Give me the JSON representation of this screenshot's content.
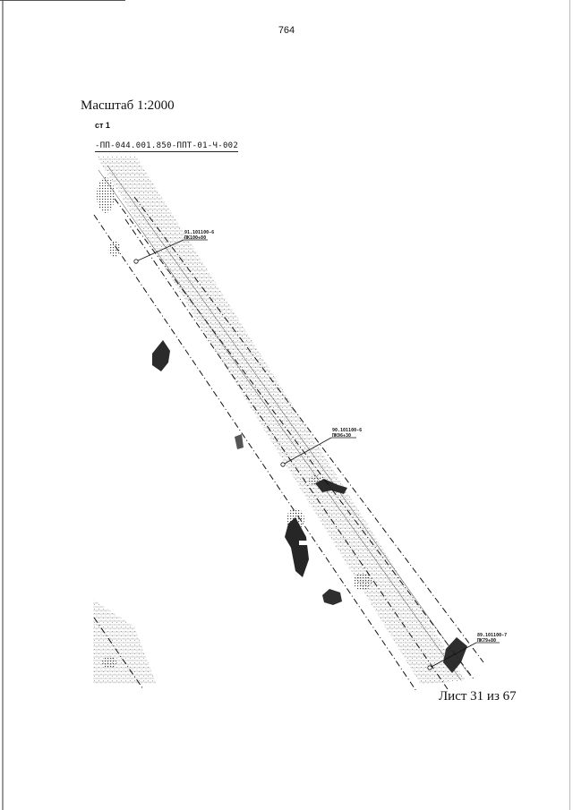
{
  "page_number": "764",
  "scale_label": "Масштаб 1:2000",
  "sheet_label": "ст 1",
  "drawing_code": "-ПП-044.001.850-ППТ-01-Ч-002",
  "callouts": [
    {
      "line1": "91.101100-6",
      "line2": "ПК100+80"
    },
    {
      "line1": "90.101100-6",
      "line2": "ПК96+30"
    },
    {
      "line1": "89.101100-7",
      "line2": "ПК79+80"
    }
  ],
  "sheet_count": "Лист 31 из 67"
}
